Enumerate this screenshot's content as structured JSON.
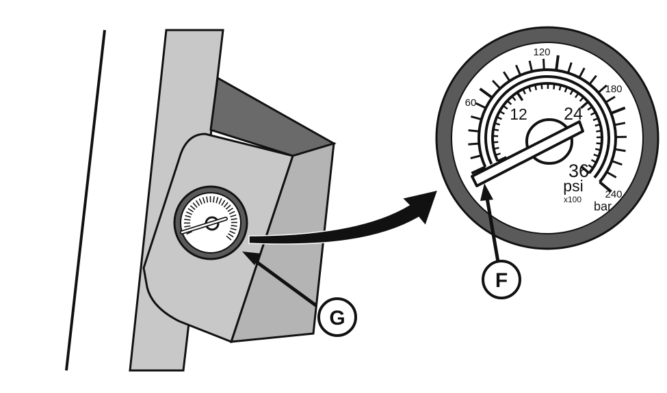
{
  "colors": {
    "ink": "#111111",
    "post_light": "#c8c8c8",
    "post_mid": "#b4b4b4",
    "bracket_dark": "#6a6a6a",
    "bezel": "#5a5a5a",
    "white": "#ffffff"
  },
  "gauge": {
    "bar_scale": [
      "60",
      "120",
      "180",
      "240"
    ],
    "psi_scale": [
      "12",
      "24",
      "36"
    ],
    "unit_psi": "psi",
    "unit_multiplier": "x100",
    "unit_bar": "bar",
    "needle_value_bar": 0
  },
  "callouts": {
    "small_gauge": "G",
    "needle": "F"
  }
}
